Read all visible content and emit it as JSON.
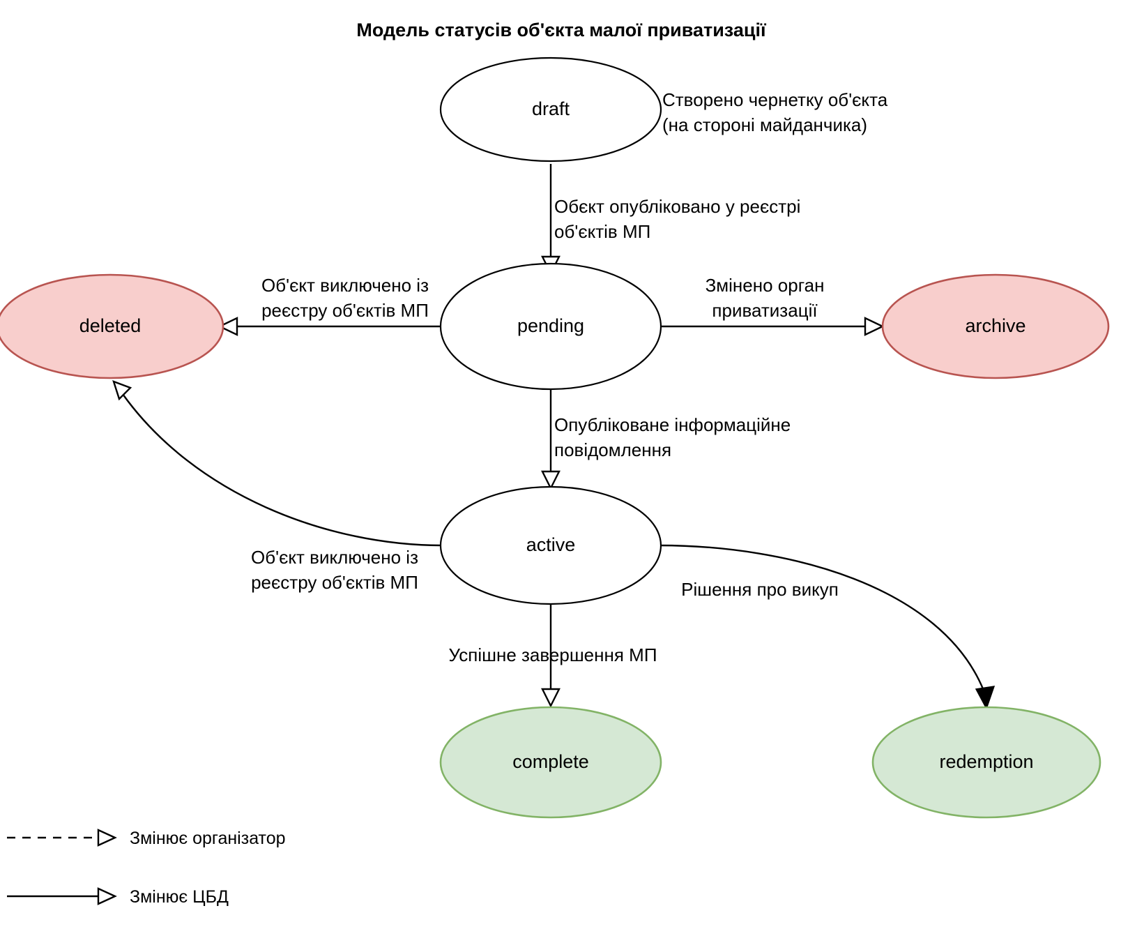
{
  "title": "Модель статусів об'єкта малої приватизації",
  "nodes": [
    {
      "id": "draft",
      "label": "draft",
      "style": "plain"
    },
    {
      "id": "pending",
      "label": "pending",
      "style": "plain"
    },
    {
      "id": "active",
      "label": "active",
      "style": "plain"
    },
    {
      "id": "deleted",
      "label": "deleted",
      "style": "red"
    },
    {
      "id": "archive",
      "label": "archive",
      "style": "red"
    },
    {
      "id": "complete",
      "label": "complete",
      "style": "green"
    },
    {
      "id": "redemption",
      "label": "redemption",
      "style": "green"
    }
  ],
  "annotations": {
    "draft_note_line1": "Створено чернетку об'єкта",
    "draft_note_line2": "(на стороні майданчика)"
  },
  "edges": [
    {
      "id": "draft-pending",
      "from": "draft",
      "to": "pending",
      "label_line1": "Обєкт опубліковано у реєстрі",
      "label_line2": "об'єктів МП",
      "arrow": "open"
    },
    {
      "id": "pending-deleted",
      "from": "pending",
      "to": "deleted",
      "label_line1": "Об'єкт виключено із",
      "label_line2": "реєстру об'єктів МП",
      "arrow": "open"
    },
    {
      "id": "pending-archive",
      "from": "pending",
      "to": "archive",
      "label_line1": "Змінено орган",
      "label_line2": "приватизації",
      "arrow": "open"
    },
    {
      "id": "pending-active",
      "from": "pending",
      "to": "active",
      "label_line1": "Опубліковане інформаційне",
      "label_line2": "повідомлення",
      "arrow": "open"
    },
    {
      "id": "active-deleted",
      "from": "active",
      "to": "deleted",
      "label_line1": "Об'єкт виключено із",
      "label_line2": "реєстру об'єктів МП",
      "arrow": "open"
    },
    {
      "id": "active-complete",
      "from": "active",
      "to": "complete",
      "label_line1": "Успішне завершення МП",
      "label_line2": "",
      "arrow": "open"
    },
    {
      "id": "active-redemption",
      "from": "active",
      "to": "redemption",
      "label_line1": "Рішення про викуп",
      "label_line2": "",
      "arrow": "filled"
    }
  ],
  "legend": [
    {
      "id": "organizer",
      "label": "Змінює організатор",
      "line": "dashed",
      "arrow": "open"
    },
    {
      "id": "cbd",
      "label": "Змінює ЦБД",
      "line": "solid",
      "arrow": "open"
    }
  ],
  "colors": {
    "red_fill": "#f8cecc",
    "red_stroke": "#b85450",
    "green_fill": "#d5e8d4",
    "green_stroke": "#82b366",
    "plain_fill": "#ffffff",
    "stroke": "#000000"
  }
}
